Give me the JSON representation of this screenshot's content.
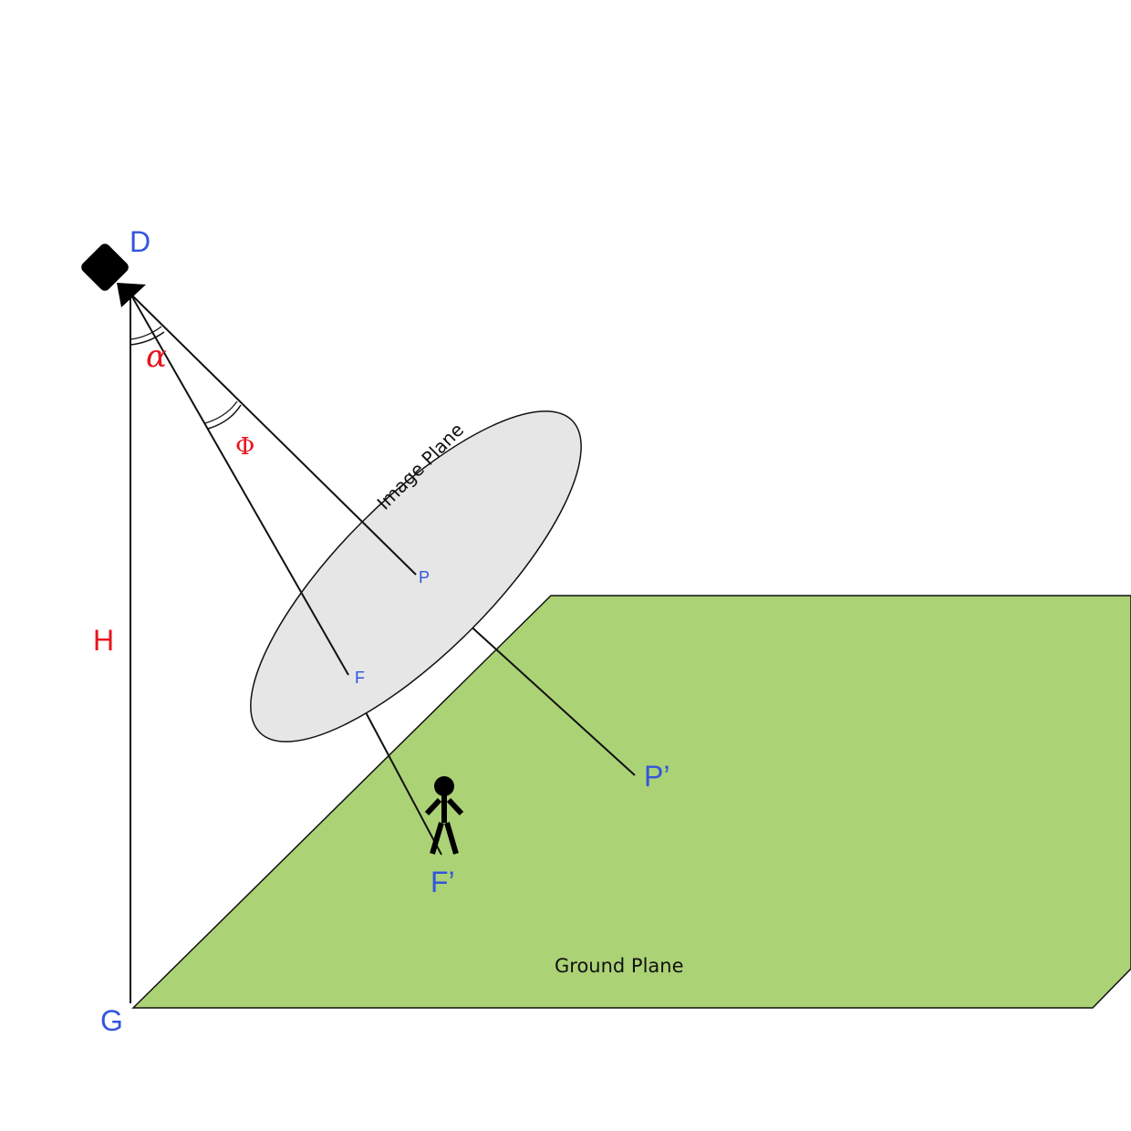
{
  "colors": {
    "ground": "#acd276",
    "image_plane": "#e6e6e6",
    "point_label": "#3355dd",
    "measure_label": "#e8141e",
    "line": "#111111"
  },
  "labels": {
    "camera": "D",
    "ground_origin": "G",
    "height": "H",
    "alpha": "α",
    "phi": "Φ",
    "image_plane": "Image Plane",
    "ground_plane": "Ground Plane",
    "p_image": "P",
    "f_image": "F",
    "p_ground": "P’",
    "f_ground": "F’"
  },
  "icons": {
    "camera": "camera-icon",
    "person": "person-icon"
  }
}
